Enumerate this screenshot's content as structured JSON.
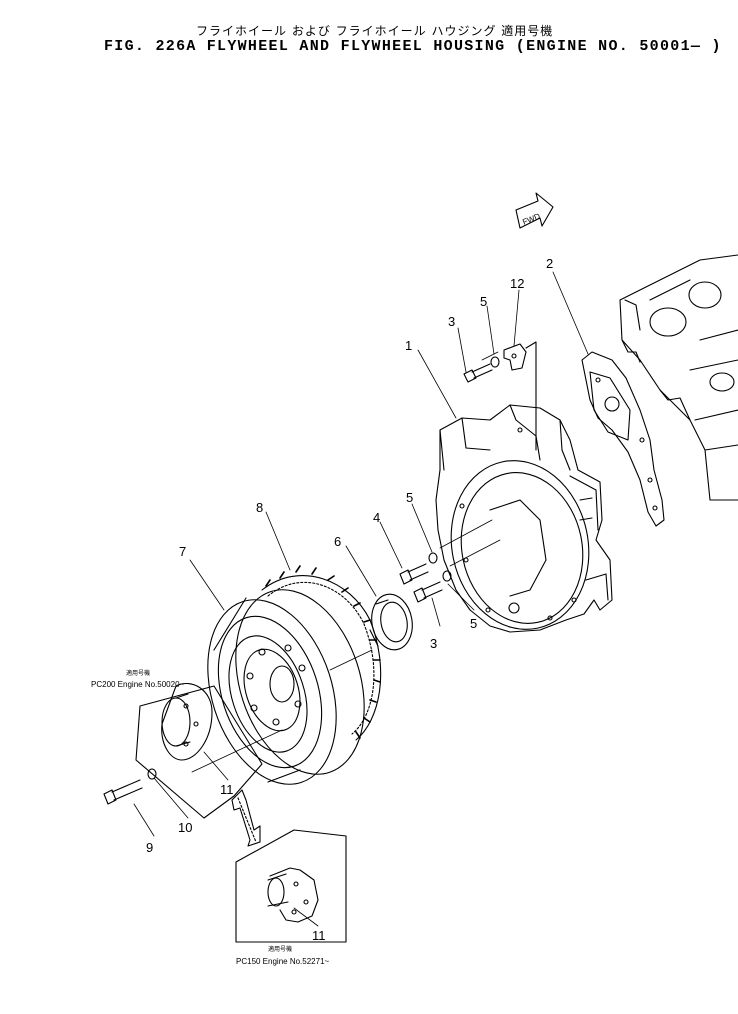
{
  "header": {
    "jp_title": "フライホイール および フライホイール ハウジング 適用号機",
    "fig_no": "FIG. 226A",
    "en_title": "FLYWHEEL AND FLYWHEEL HOUSING (ENGINE NO. 50001— )"
  },
  "direction_label": "FWD",
  "callouts": [
    "1",
    "2",
    "3",
    "3",
    "4",
    "5",
    "5",
    "5",
    "6",
    "7",
    "8",
    "9",
    "10",
    "11",
    "11",
    "12"
  ],
  "notes": {
    "top": {
      "applicable_jp": "適用号機",
      "engine": "PC200 Engine No.50020~"
    },
    "bottom": {
      "applicable_jp": "適用号機",
      "engine": "PC150 Engine No.52271~"
    }
  }
}
